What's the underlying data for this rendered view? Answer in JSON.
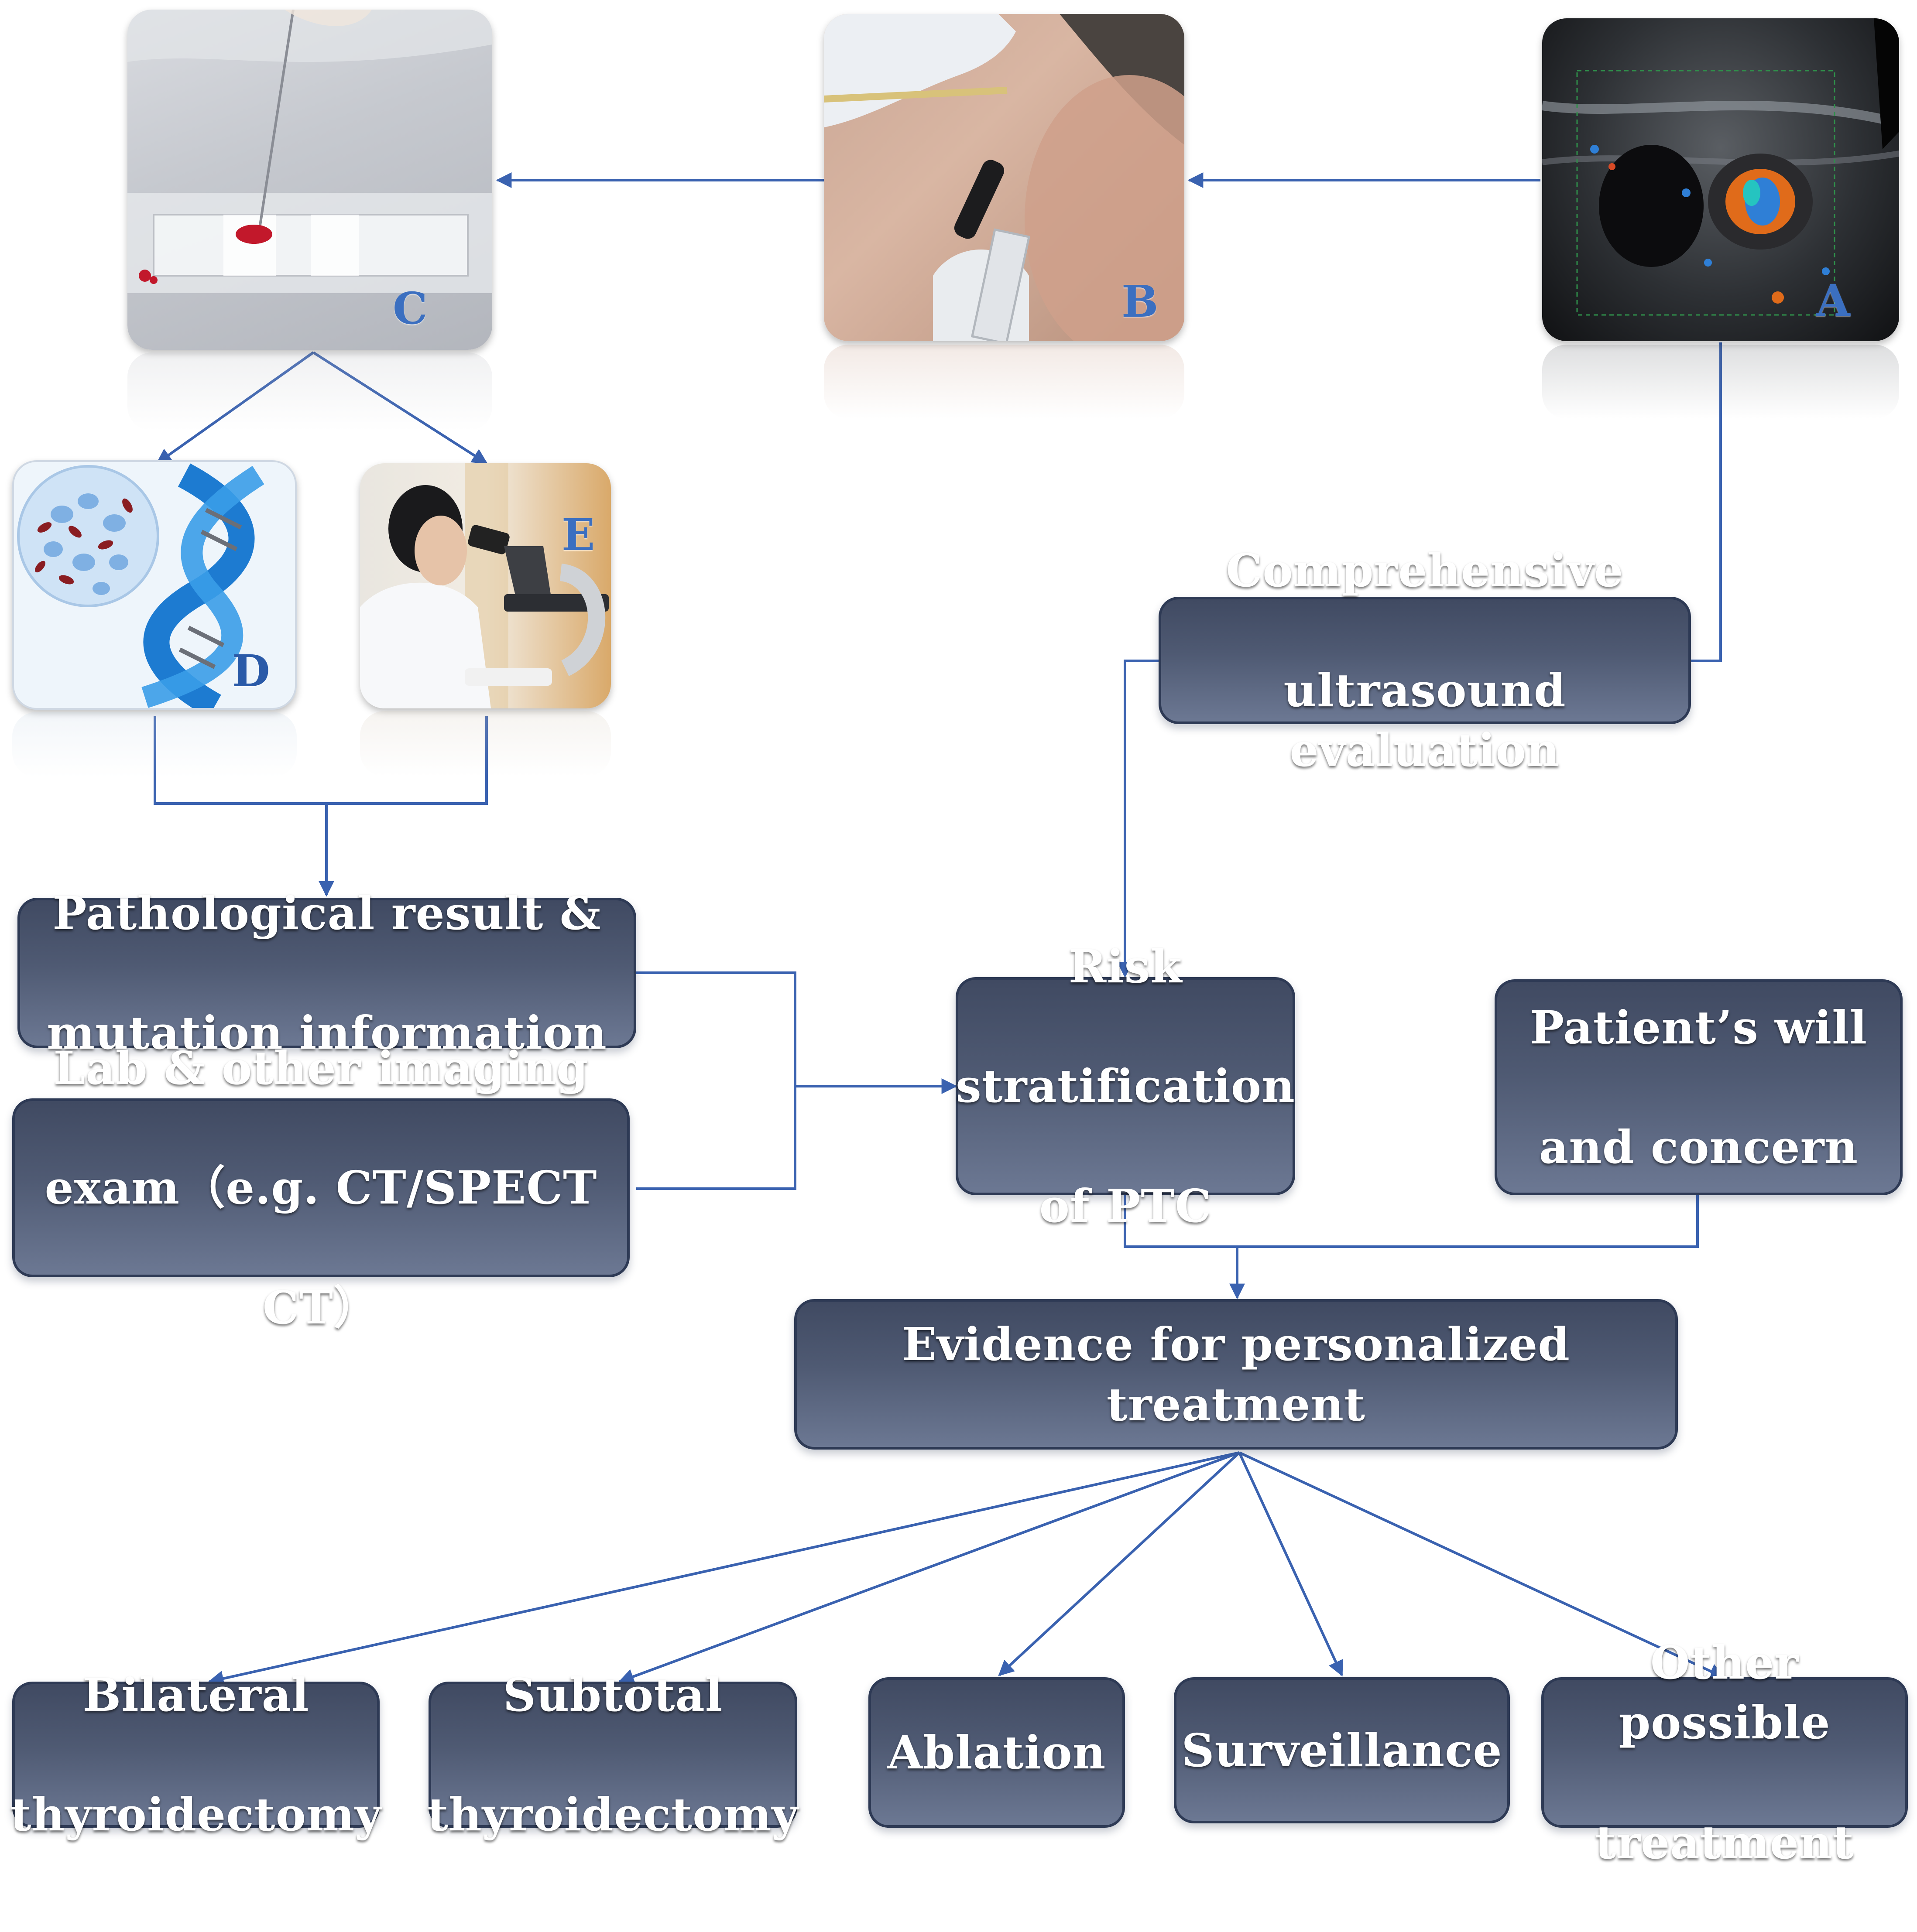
{
  "nodes": {
    "us_eval": [
      "Comprehensive",
      "ultrasound evaluation"
    ],
    "pathology": [
      "Pathological result &",
      "mutation information"
    ],
    "lab": [
      "Lab & other imaging",
      "exam（e.g. CT/SPECT",
      "CT）"
    ],
    "risk": [
      "Risk",
      "stratification",
      "of PTC"
    ],
    "patient": [
      "Patient’s will",
      "and concern"
    ],
    "evidence": [
      "Evidence for personalized treatment"
    ],
    "bilateral": [
      "Bilateral",
      "thyroidectomy"
    ],
    "subtotal": [
      "Subtotal",
      "thyroidectomy"
    ],
    "ablation": [
      "Ablation"
    ],
    "surveillance": [
      "Surveillance"
    ],
    "other": [
      "Other possible",
      "treatment"
    ]
  },
  "panels": {
    "A": "A",
    "B": "B",
    "C": "C",
    "D": "D",
    "E": "E"
  },
  "colors": {
    "connector": "#3a62b0",
    "node_fill": "#4f5a73",
    "node_border": "#2e3a55",
    "panel_letter": "#3b6fc0"
  }
}
